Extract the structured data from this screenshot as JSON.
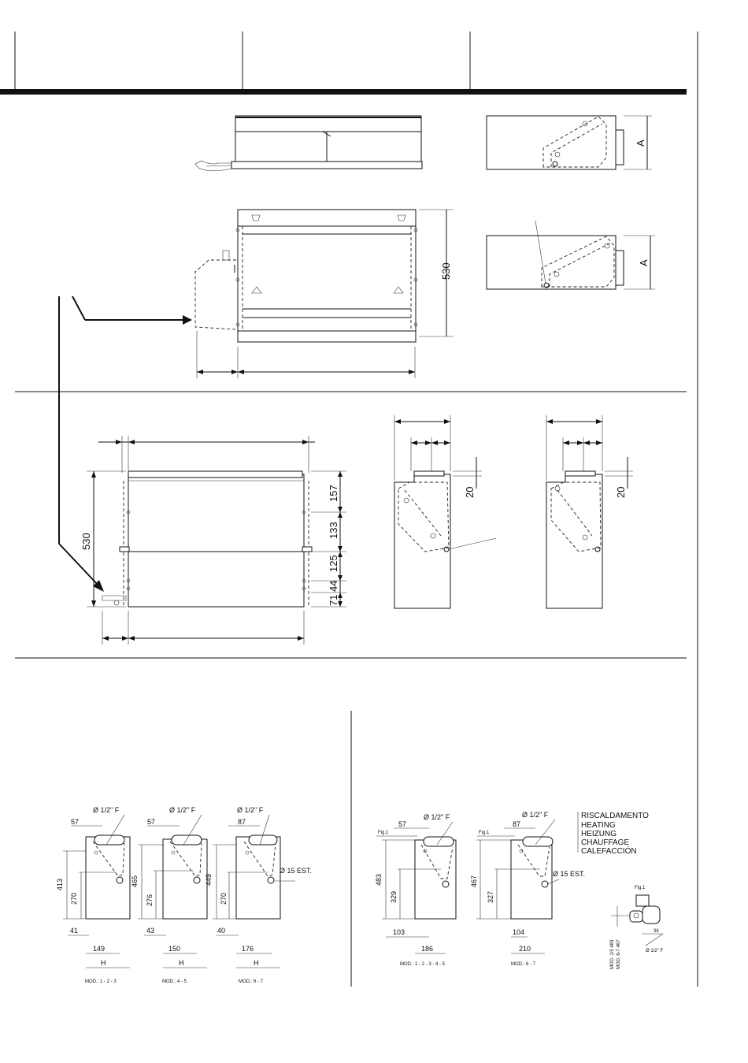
{
  "top_section": {
    "side_view_dim_label": "A",
    "side_view_2_dim_label": "A",
    "front_height_label": "530"
  },
  "middle_section": {
    "front_height_label": "530",
    "vertical_dims": [
      "157",
      "133",
      "125",
      "44",
      "71"
    ],
    "side_offset_label_1": "20",
    "side_offset_label_2": "20"
  },
  "left_fittings": {
    "pipe_label": "Ø 1/2\" F",
    "drain_label": "Ø 15 EST.",
    "width_label": "H",
    "groups": [
      {
        "top_offset": "57",
        "height_outer": "413",
        "height_inner": "270",
        "bottom_offset": "41",
        "bottom_width": "149",
        "model": "MOD.: 1 - 2 - 3"
      },
      {
        "top_offset": "57",
        "height_outer": "465",
        "height_inner": "276",
        "bottom_offset": "43",
        "bottom_width": "150",
        "model": "MOD.: 4 - 5"
      },
      {
        "top_offset": "87",
        "height_outer": "449",
        "height_inner": "270",
        "bottom_offset": "40",
        "bottom_width": "176",
        "model": "MOD.: 6 - 7"
      }
    ]
  },
  "right_fittings": {
    "pipe_label": "Ø 1/2\" F",
    "drain_label": "Ø 15 EST.",
    "fig_label": "Fig.1",
    "heating_labels": [
      "RISCALDAMENTO",
      "HEATING",
      "HEIZUNG",
      "CHAUFFAGE",
      "CALEFACCIÓN"
    ],
    "groups": [
      {
        "top_offset": "57",
        "height_outer": "483",
        "height_inner": "329",
        "bottom_offset": "103",
        "bottom_width": "186",
        "model": "MOD.: 1 - 2 - 3 - 4 - 5"
      },
      {
        "top_offset": "87",
        "height_outer": "467",
        "height_inner": "327",
        "bottom_offset": "104",
        "bottom_width": "210",
        "model": "MOD.: 6 - 7"
      }
    ],
    "detail": {
      "fig_label": "Fig.1",
      "dim_36": "36",
      "dim_pipe": "Ø 1/2\" F",
      "mod_line_1": "MOD. 1/5 483",
      "mod_line_2": "MOD. 6-7 467"
    }
  }
}
